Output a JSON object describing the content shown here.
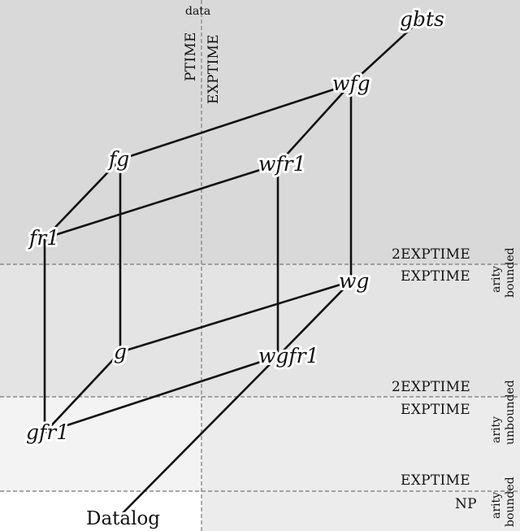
{
  "header": {
    "data_label": "data",
    "ptime_label": "PTIME",
    "exptime_label": "EXPTIME"
  },
  "complexity_labels": {
    "band1_upper": "2EXPTIME",
    "band1_lower": "EXPTIME",
    "band2_upper": "2EXPTIME",
    "band2_lower": "EXPTIME",
    "band3_upper": "EXPTIME",
    "band3_lower": "NP"
  },
  "arity_labels": {
    "a1_line1": "arity",
    "a1_line2": "bounded",
    "a2_line1": "arity",
    "a2_line2": "unbounded",
    "a3_line1": "arity",
    "a3_line2": "bounded"
  },
  "nodes": {
    "gbts": "gbts",
    "wfg": "wfg",
    "fg": "fg",
    "wfr1": "wfr1",
    "fr1": "fr1",
    "wg": "wg",
    "g": "g",
    "wgfr1": "wgfr1",
    "gfr1": "gfr1",
    "datalog": "Datalog"
  },
  "colors": {
    "region_top": "#d9d9d9",
    "region_mid": "#e4e4e4",
    "region_low": "#ececec",
    "region_bottom_left": "#f3f3f3",
    "region_bottom_white": "#ffffff"
  }
}
